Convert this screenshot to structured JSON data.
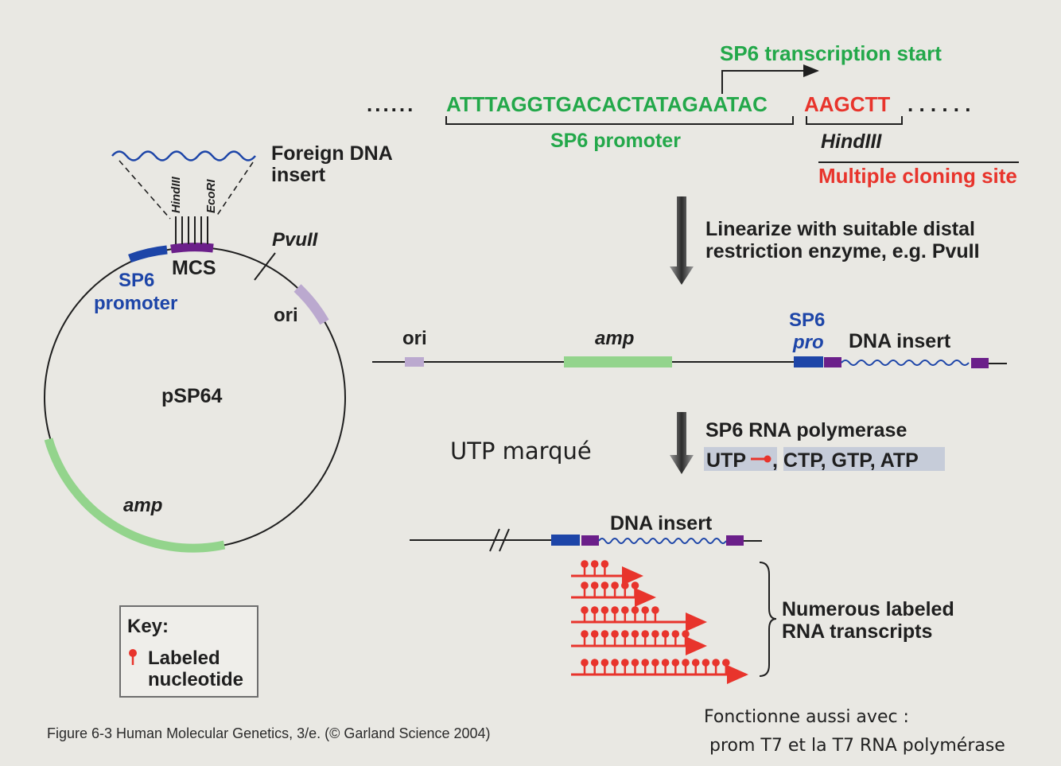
{
  "sequence": {
    "dots_left": "......",
    "promoter_seq": "ATTTAGGTGACACTATAGAATAC",
    "mcs_seq": "AAGCTT",
    "dots_right": ". . . . .   .",
    "transcription_start": "SP6 transcription start",
    "promoter_label": "SP6 promoter",
    "hindiii_label": "HindIII",
    "mcs_label": "Multiple cloning site"
  },
  "plasmid": {
    "name": "pSP64",
    "foreign_dna_line1": "Foreign DNA",
    "foreign_dna_line2": "insert",
    "hindiii": "HindIII",
    "ecori": "EcoRI",
    "mcs": "MCS",
    "sp6_line1": "SP6",
    "sp6_line2": "promoter",
    "pvuii": "PvuII",
    "ori": "ori",
    "amp": "amp"
  },
  "step1": {
    "line1": "Linearize with suitable distal",
    "line2": "restriction enzyme, e.g. PvuII"
  },
  "linear": {
    "ori": "ori",
    "amp": "amp",
    "sp6": "SP6",
    "pro": "pro",
    "dna_insert": "DNA insert"
  },
  "step2": {
    "line1": "SP6 RNA polymerase",
    "utp": "UTP",
    "others": ", CTP, GTP, ATP"
  },
  "note_utp": "UTP marqué",
  "transcripts": {
    "dna_insert": "DNA insert",
    "label_line1": "Numerous labeled",
    "label_line2": "RNA transcripts"
  },
  "key": {
    "title": "Key:",
    "line1": "Labeled",
    "line2": "nucleotide"
  },
  "caption": "Figure 6-3  Human Molecular Genetics, 3/e.  (© Garland Science 2004)",
  "footnote": {
    "line1": "Fonctionne aussi avec :",
    "line2": "prom T7 et la T7 RNA polymérase"
  },
  "colors": {
    "green": "#23a84a",
    "red": "#e8342c",
    "blue": "#1d45a8",
    "purple": "#6b1f8a",
    "lavender": "#bba9cf",
    "amp_green": "#93d48c"
  }
}
